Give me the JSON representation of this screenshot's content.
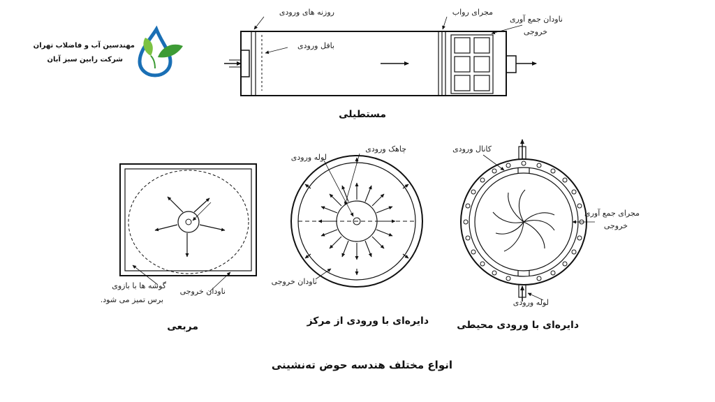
{
  "logo": {
    "line1": "مهندسین آب و فاضلاب تهران",
    "line2": "شرکت رابین سبز آبان",
    "colors": {
      "drop": "#1a6fb5",
      "leaf_light": "#7cc242",
      "leaf_dark": "#3d9b35"
    }
  },
  "rectangular": {
    "title": "مستطیلی",
    "labels": {
      "inlet_orifices": "روزنه های ورودی",
      "inlet_baffle": "بافل ورودی",
      "scum_channel": "مجرای رواب",
      "outlet_launder": "ناودان جمع آوری",
      "outlet": "خروجی"
    }
  },
  "square": {
    "title": "مربعی",
    "labels": {
      "outlet_trough": "ناودان خروجی",
      "corners_line1": "گوشه ها با بازوی",
      "corners_line2": "برس تمیز می شود."
    }
  },
  "center_feed": {
    "title": "دایره‌ای با ورودی از مرکز",
    "labels": {
      "inlet_well": "چاهک ورودی",
      "inlet_pipe": "لوله ورودی",
      "outlet_trough": "ناودان خروجی"
    }
  },
  "peripheral_feed": {
    "title": "دایره‌ای با ورودی محیطی",
    "labels": {
      "channel": "کانال ورودی",
      "collection_line1": "مجرای جمع آوری",
      "collection_line2": "خروجی",
      "inlet_pipe": "لوله ورودی"
    }
  },
  "caption": "انواع مختلف هندسه حوض ته‌نشینی"
}
